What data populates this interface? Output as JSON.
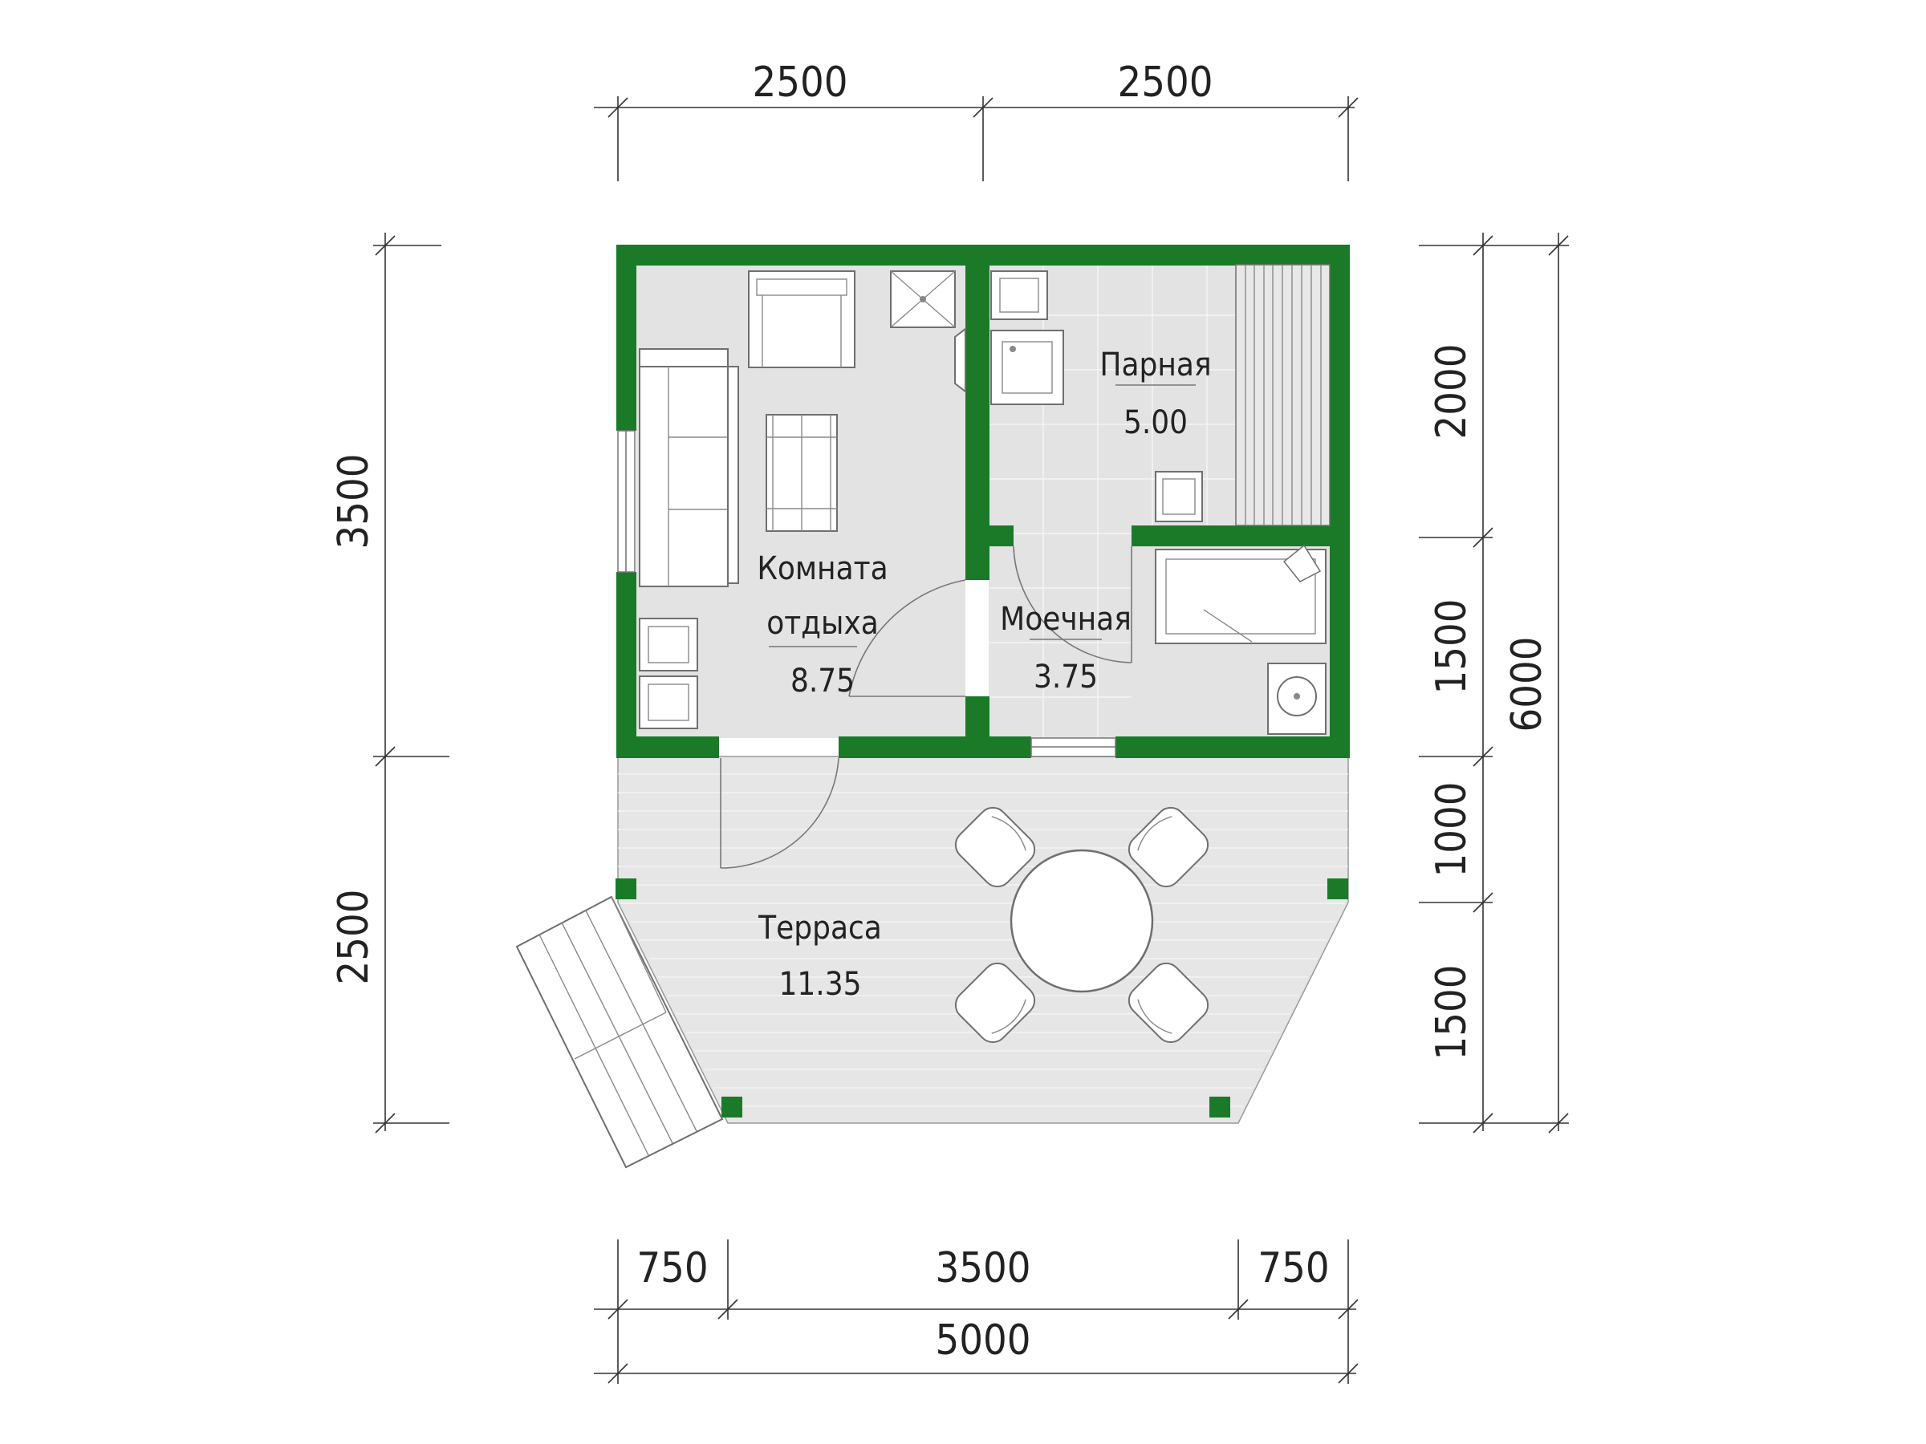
{
  "colors": {
    "wall": "#1a7a28",
    "floor": "#e3e3e3",
    "deck": "#e8e8e8",
    "line": "#333333"
  },
  "dimensions": {
    "top": [
      "2500",
      "2500"
    ],
    "left": [
      "3500",
      "2500"
    ],
    "right": [
      "2000",
      "1500",
      "1000",
      "1500"
    ],
    "right_total": "6000",
    "bottom": [
      "750",
      "3500",
      "750"
    ],
    "bottom_total": "5000"
  },
  "rooms": {
    "rest": {
      "name_line1": "Комната",
      "name_line2": "отдыха",
      "area": "8.75"
    },
    "steam": {
      "name": "Парная",
      "area": "5.00"
    },
    "wash": {
      "name": "Моечная",
      "area": "3.75"
    },
    "terrace": {
      "name": "Терраса",
      "area": "11.35"
    }
  },
  "icons": {
    "armchair": "armchair-icon",
    "sofa": "sofa-icon",
    "table": "coffee-table-icon",
    "stove": "stove-icon",
    "shower": "shower-tray-icon",
    "bathtub": "bathtub-icon",
    "sink": "sink-icon",
    "bench": "bench-icon",
    "chair": "chair-icon",
    "round_table": "round-table-icon",
    "stairs": "stairs-icon",
    "door": "door-swing-icon",
    "window": "window-icon",
    "post": "post-icon"
  }
}
